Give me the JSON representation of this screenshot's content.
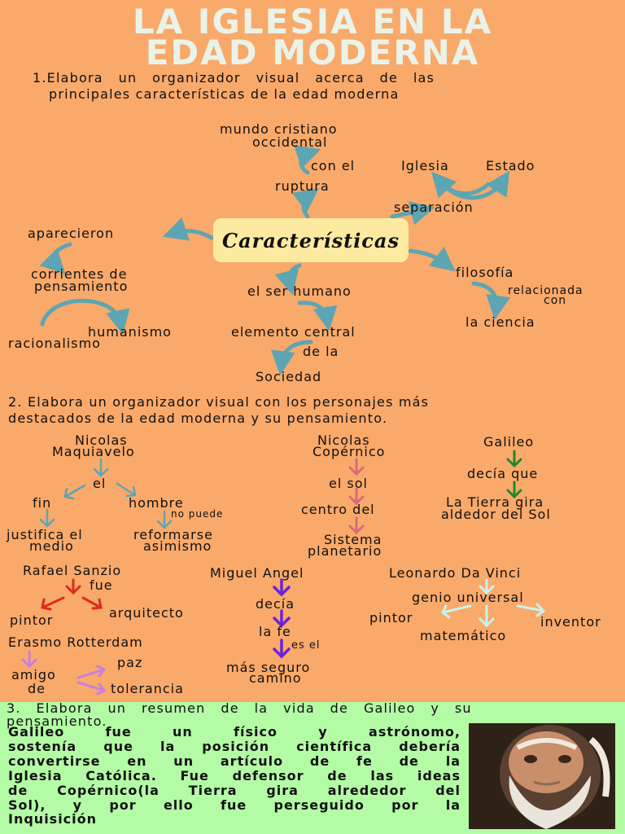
{
  "title": {
    "line1": "LA IGLESIA EN LA",
    "line2": "EDAD MODERNA"
  },
  "section1": {
    "instruction_line1": "1.Elabora   un   organizador   visual   acerca   de   las",
    "instruction_line2": "principales características de la edad moderna",
    "center": "Características",
    "nodes": {
      "mundo": "mundo cristiano",
      "occidental": "occidental",
      "con_el": "con el",
      "ruptura": "ruptura",
      "iglesia": "Iglesia",
      "estado": "Estado",
      "separacion": "separación",
      "aparecieron": "aparecieron",
      "corrientes": "corrientes de",
      "pensamiento": "pensamiento",
      "humanismo": "humanismo",
      "racionalismo": "racionalismo",
      "ser_humano": "el ser humano",
      "elemento": "elemento central",
      "de_la": "de la",
      "sociedad": "Sociedad",
      "filosofia": "filosofía",
      "relacionada": "relacionada",
      "con": "con",
      "ciencia": "la ciencia"
    }
  },
  "section2": {
    "instruction_line1": "2. Elabora un organizador visual con los personajes más",
    "instruction_line2": "destacados de la edad moderna y su pensamiento.",
    "maquiavelo": {
      "name1": "Nicolas",
      "name2": "Maquiavelo",
      "el": "el",
      "fin": "fin",
      "hombre": "hombre",
      "no_puede": "no puede",
      "justifica1": "justifica el",
      "justifica2": "medio",
      "reformarse1": "reformarse",
      "reformarse2": "asimismo"
    },
    "copernico": {
      "name1": "Nicolas",
      "name2": "Copérnico",
      "el_sol": "el sol",
      "centro": "centro del",
      "sistema1": "Sistema",
      "sistema2": "planetario"
    },
    "galileo": {
      "name": "Galileo",
      "decia": "decía que",
      "tierra1": "La Tierra gira",
      "tierra2": "aldedor del Sol"
    },
    "rafael": {
      "name": "Rafael Sanzio",
      "fue": "fue",
      "pintor": "pintor",
      "arquitecto": "arquitecto"
    },
    "miguel": {
      "name": "Miguel Angel",
      "decia": "decía",
      "la_fe": "la fe",
      "es_el": "es el",
      "mas1": "más seguro",
      "mas2": "camino"
    },
    "leonardo": {
      "name": "Leonardo Da Vinci",
      "genio": "genio universal",
      "pintor": "pintor",
      "inventor": "inventor",
      "matematico": "matemático"
    },
    "erasmo": {
      "name": "Erasmo Rotterdam",
      "amigo": "amigo",
      "de": "de",
      "paz": "paz",
      "tolerancia": "tolerancia"
    }
  },
  "section3": {
    "instruction_line1": "3.   Elabora   un   resumen   de   la   vida   de   Galileo   y   su",
    "instruction_line2": "pensamiento.",
    "summary": [
      "Galileo   fue   un   físico   y   astrónomo,",
      "sostenía que la posición científica debería",
      "convertirse  en  un  artículo  de  fe  de  la",
      "Iglesia Católica. Fue defensor de las ideas",
      "de Copérnico(la Tierra gira alrededor del",
      "Sol), y por ello fue perseguido por la",
      "Inquisición"
    ]
  },
  "colors": {
    "background": "#F9A96A",
    "title": "#E9F3E9",
    "teal_arrow": "#5DA5B3",
    "pink_arrow": "#D96A7A",
    "green_arrow": "#1F8A2B",
    "red_arrow": "#E02A1E",
    "purple_arrow": "#6A24D6",
    "lilac_arrow": "#C77FE0",
    "mint_arrow": "#C8F3EA",
    "green_band": "#B3FBA5",
    "center_box": "#FCEAA0"
  }
}
